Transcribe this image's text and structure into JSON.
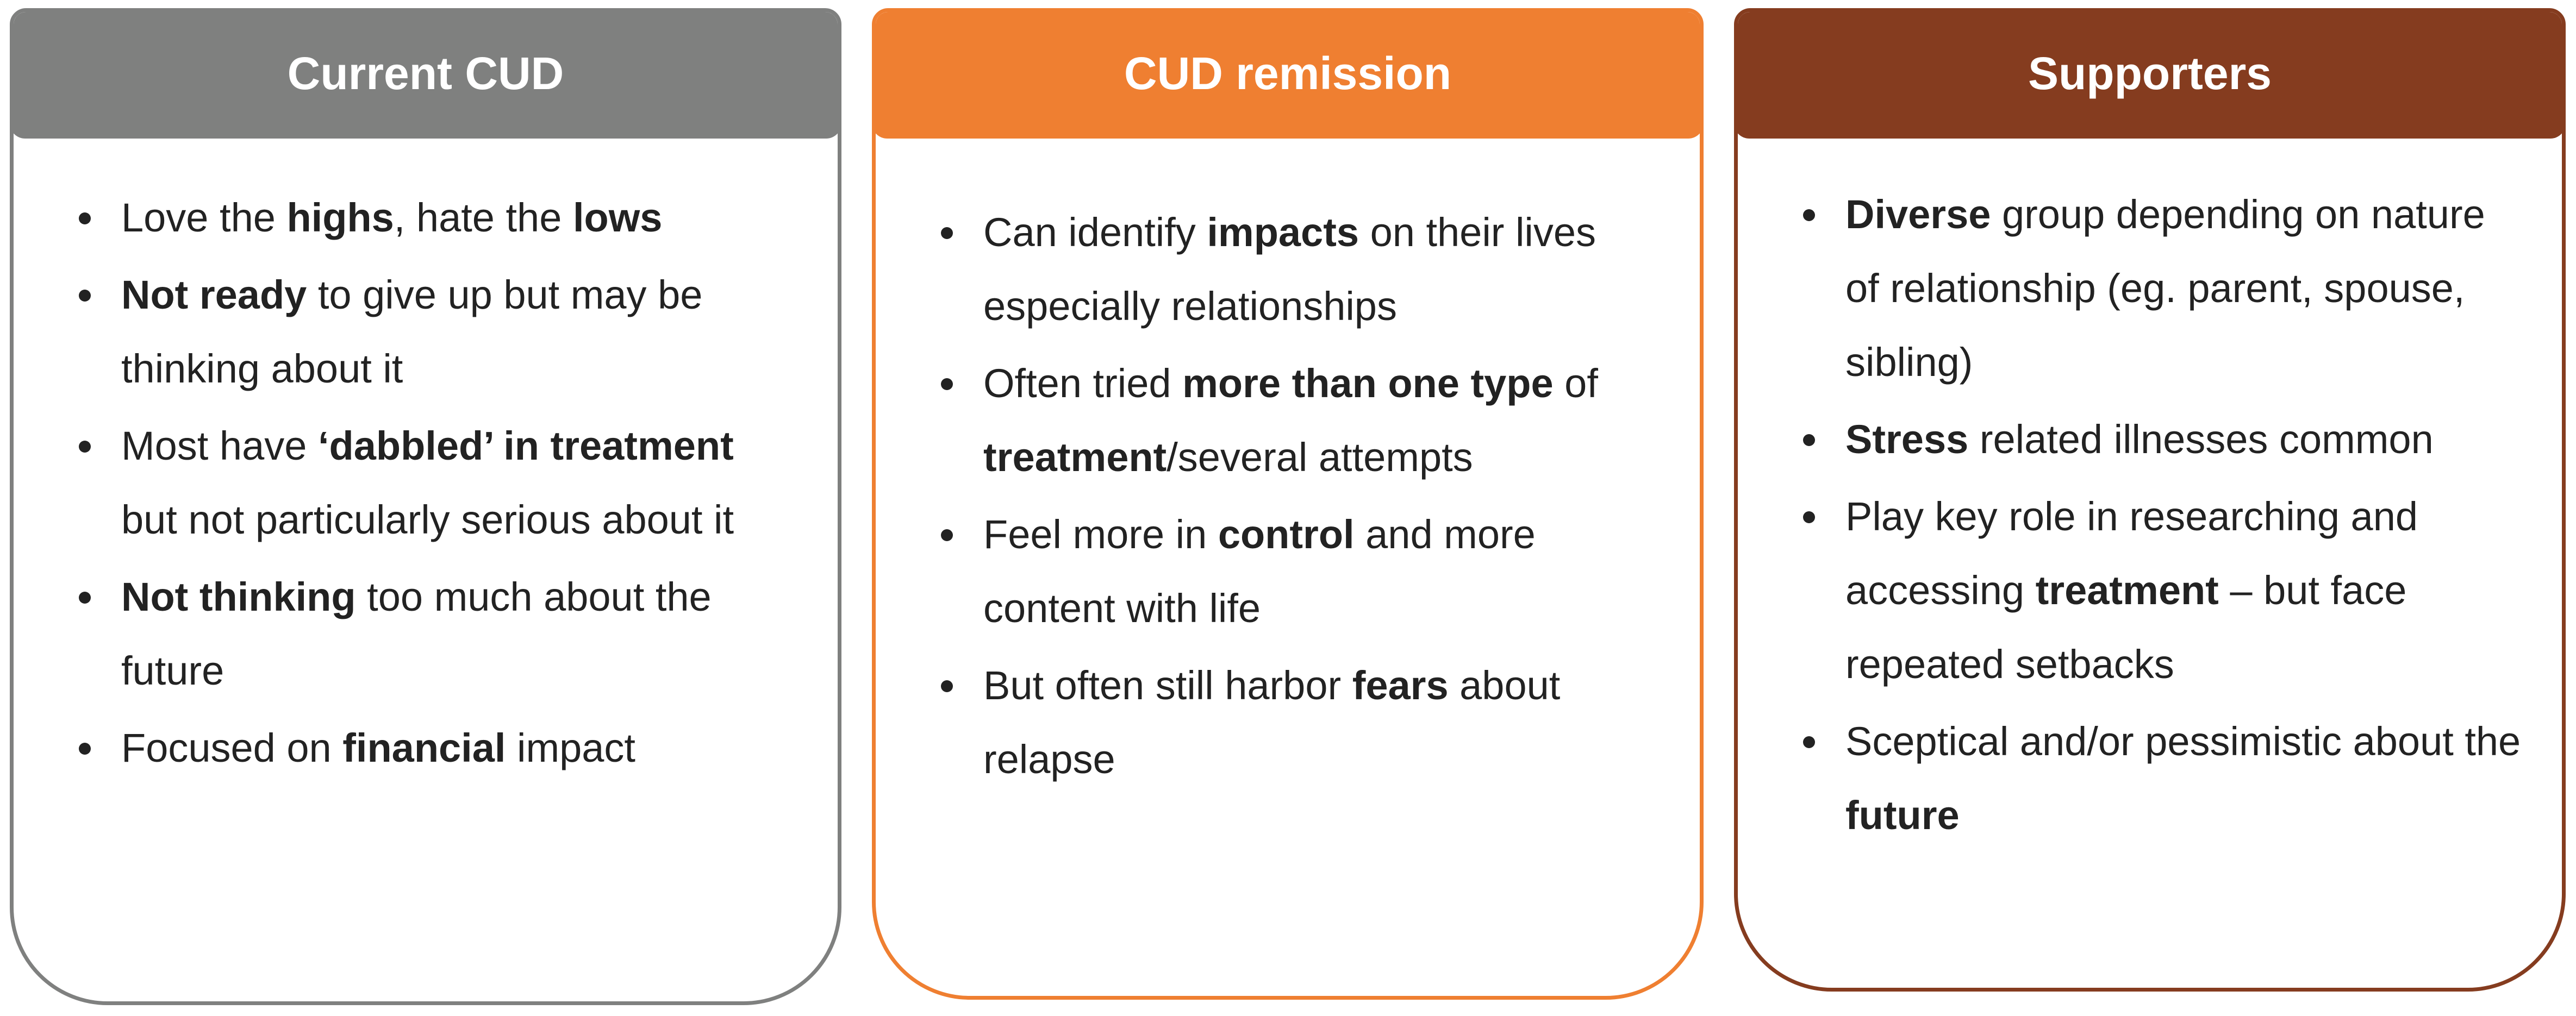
{
  "colors": {
    "current": "#7f807f",
    "remission": "#ef7f31",
    "supporters": "#853c1f"
  },
  "cards": [
    {
      "title": "Current CUD",
      "items": [
        [
          {
            "t": "Love the "
          },
          {
            "t": "highs",
            "b": true
          },
          {
            "t": ", hate the "
          },
          {
            "t": "lows",
            "b": true
          }
        ],
        [
          {
            "t": "Not ready",
            "b": true
          },
          {
            "t": " to give up but may be thinking about it"
          }
        ],
        [
          {
            "t": "Most have "
          },
          {
            "t": "‘dabbled’ in treatment",
            "b": true
          },
          {
            "t": " but not particularly serious about it"
          }
        ],
        [
          {
            "t": "Not thinking",
            "b": true
          },
          {
            "t": " too much about the future"
          }
        ],
        [
          {
            "t": "Focused on "
          },
          {
            "t": "financial",
            "b": true
          },
          {
            "t": " impact"
          }
        ]
      ]
    },
    {
      "title": "CUD remission",
      "items": [
        [
          {
            "t": "Can identify "
          },
          {
            "t": "impacts",
            "b": true
          },
          {
            "t": " on their lives especially relationships"
          }
        ],
        [
          {
            "t": "Often tried "
          },
          {
            "t": "more than one type",
            "b": true
          },
          {
            "t": " of "
          },
          {
            "t": "treatment",
            "b": true
          },
          {
            "t": "/several attempts"
          }
        ],
        [
          {
            "t": "Feel more in "
          },
          {
            "t": "control",
            "b": true
          },
          {
            "t": " and more content with life"
          }
        ],
        [
          {
            "t": "But often still harbor "
          },
          {
            "t": "fears",
            "b": true
          },
          {
            "t": " about relapse"
          }
        ]
      ]
    },
    {
      "title": "Supporters",
      "items": [
        [
          {
            "t": "Diverse",
            "b": true
          },
          {
            "t": " group depending on nature of relationship (eg. parent, spouse, sibling)"
          }
        ],
        [
          {
            "t": "Stress",
            "b": true
          },
          {
            "t": " related illnesses common"
          }
        ],
        [
          {
            "t": "Play key role in researching and accessing "
          },
          {
            "t": "treatment",
            "b": true
          },
          {
            "t": " – but face repeated setbacks"
          }
        ],
        [
          {
            "t": "Sceptical and/or pessimistic about the "
          },
          {
            "t": "future",
            "b": true
          }
        ]
      ]
    }
  ]
}
